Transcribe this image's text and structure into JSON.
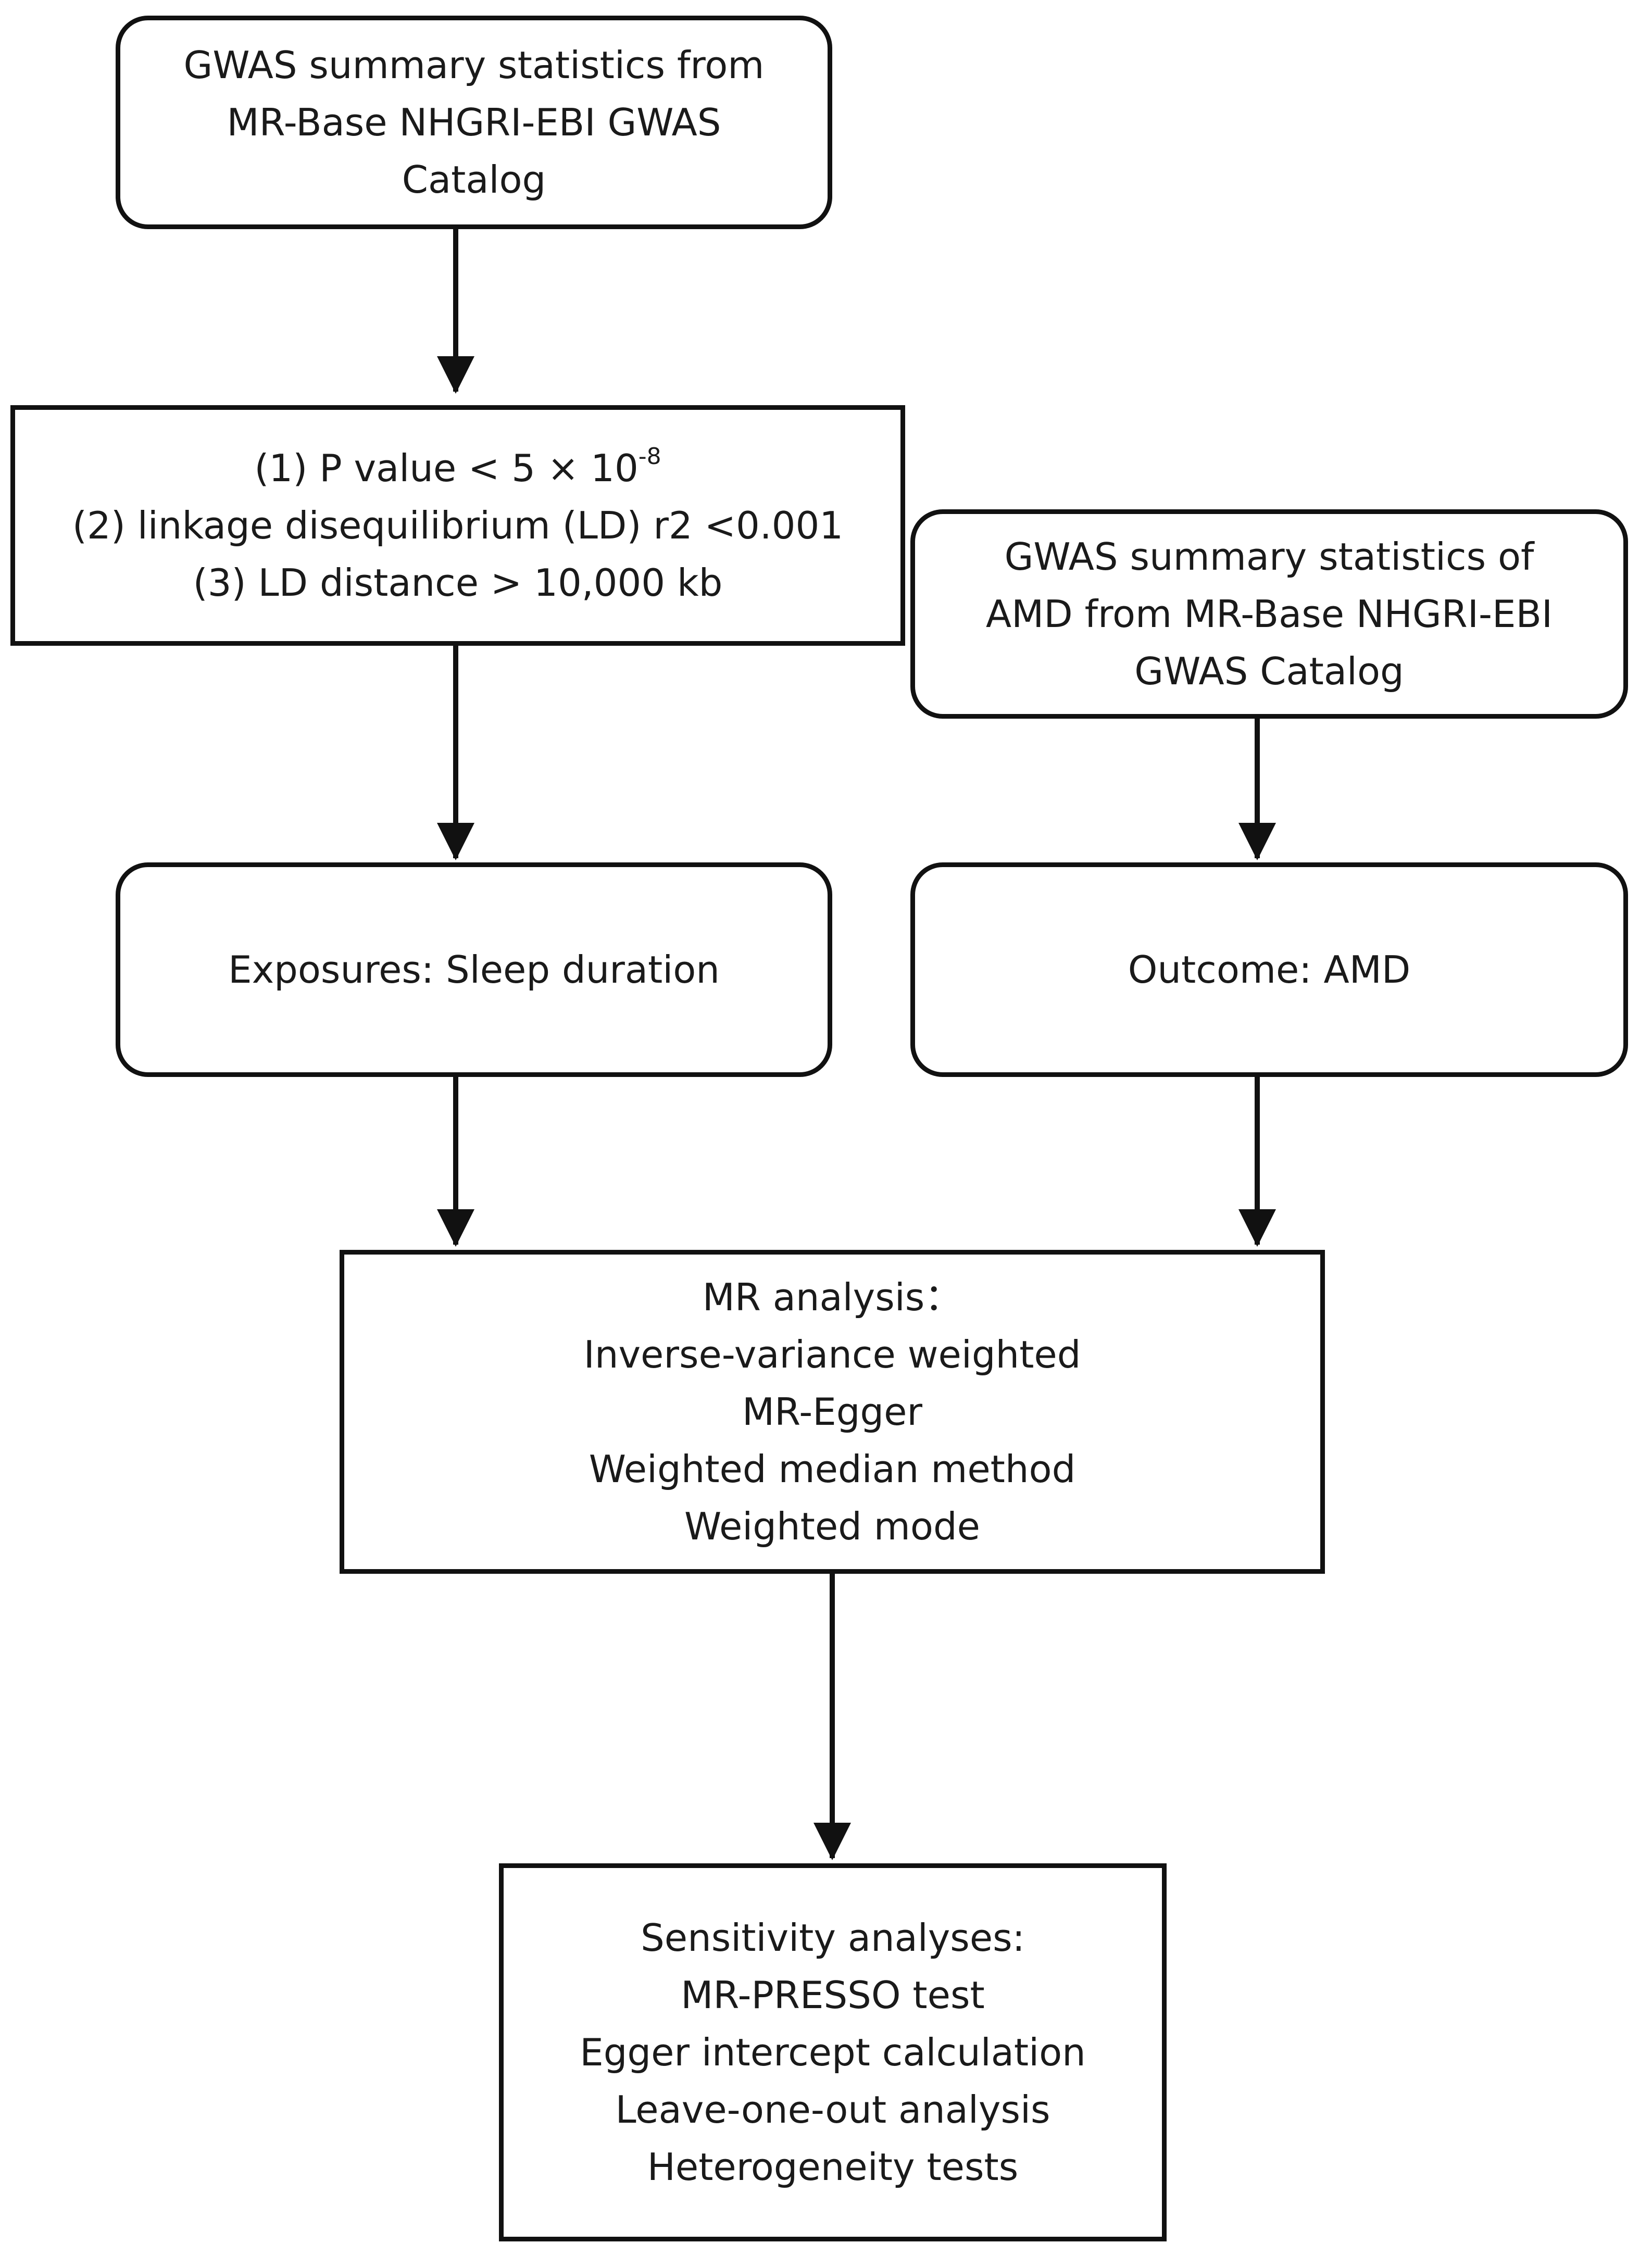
{
  "nodes": {
    "gwas_source": {
      "lines": [
        "GWAS summary statistics from",
        "MR-Base NHGRI-EBI GWAS",
        "Catalog"
      ]
    },
    "criteria": {
      "line1_prefix": "(1) P value < 5 × 10",
      "line1_exponent": "-8",
      "line2": "(2) linkage disequilibrium (LD) r2 <0.001",
      "line3": "(3) LD distance > 10,000 kb"
    },
    "gwas_amd": {
      "lines": [
        "GWAS summary statistics of",
        "AMD from MR-Base NHGRI-EBI",
        "GWAS Catalog"
      ]
    },
    "exposure": {
      "label": "Exposures: Sleep duration"
    },
    "outcome": {
      "label": "Outcome: AMD"
    },
    "mr_analysis": {
      "lines": [
        "MR analysis：",
        "Inverse-variance weighted",
        "MR-Egger",
        "Weighted median method",
        "Weighted mode"
      ]
    },
    "sensitivity": {
      "lines": [
        "Sensitivity analyses:",
        "MR-PRESSO test",
        "Egger intercept calculation",
        "Leave-one-out analysis",
        "Heterogeneity tests"
      ]
    }
  },
  "style": {
    "stroke_color": "#111111",
    "text_color": "#1a1a1a",
    "background": "#ffffff"
  }
}
